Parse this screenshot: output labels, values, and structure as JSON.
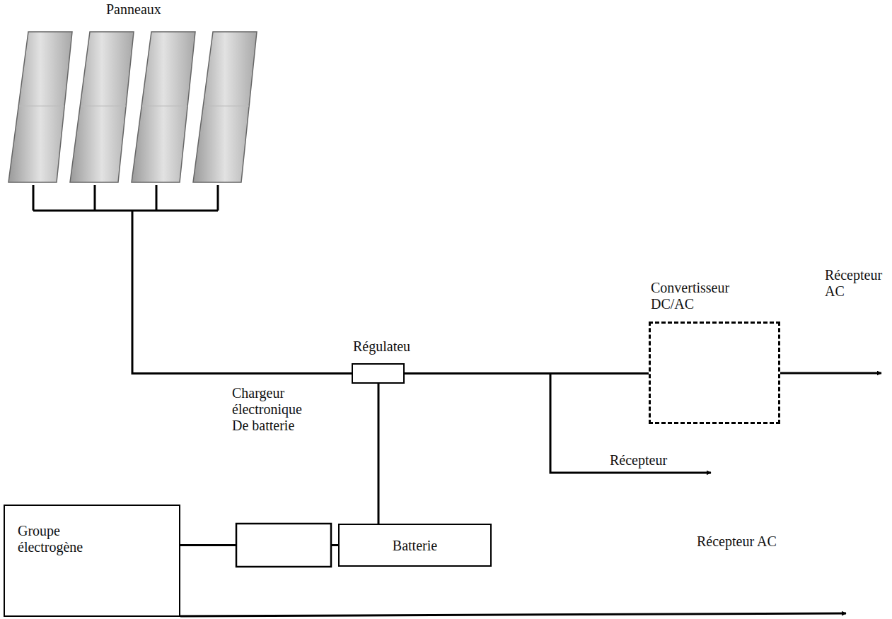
{
  "diagram": {
    "nodes": [
      {
        "text": [
          "Panneaux"
        ]
      },
      {
        "text": [
          "Régulateu"
        ]
      },
      {
        "text": [
          "Convertisseur DC/AC"
        ]
      },
      {
        "text": [
          "Groupe électrogène"
        ]
      },
      {
        "text": [
          "Batterie"
        ]
      }
    ],
    "edges": [
      {
        "from": 0,
        "to": 1,
        "arrow": "none"
      },
      {
        "from": 1,
        "to": 2,
        "arrow": "none"
      },
      {
        "from": 1,
        "to": 4,
        "arrow": "none"
      },
      {
        "from": 3,
        "to": 4,
        "arrow": "none"
      }
    ],
    "labels": [
      "Récepteur AC",
      "Récepteur",
      "Chargeur électronique De batterie",
      "Récepteur AC"
    ]
  }
}
